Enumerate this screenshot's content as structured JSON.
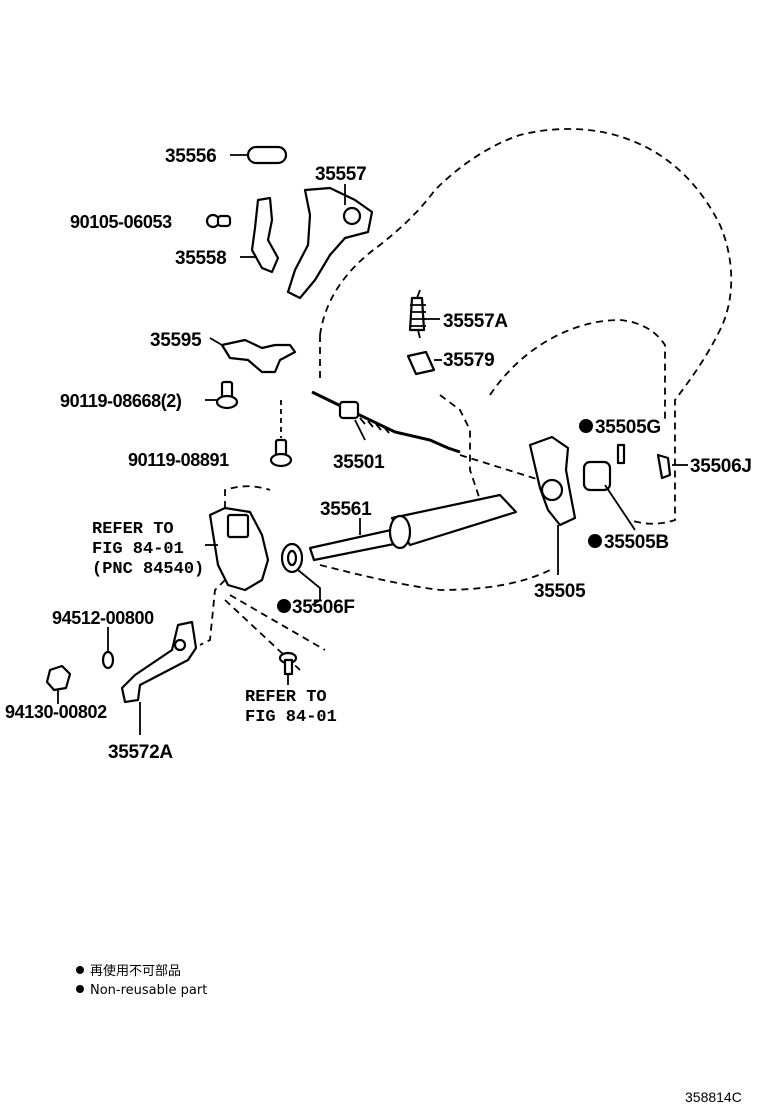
{
  "labels": {
    "p35556": "35556",
    "p35557": "35557",
    "p9010506053": "90105-06053",
    "p35558": "35558",
    "p35557A": "35557A",
    "p35579": "35579",
    "p35595": "35595",
    "p9011908668": "90119-08668(2)",
    "p9011908891": "90119-08891",
    "p35501": "35501",
    "p35505G": "35505G",
    "p35506J": "35506J",
    "p35561": "35561",
    "p35505B": "35505B",
    "p35505": "35505",
    "p35506F": "35506F",
    "p9451200800": "94512-00800",
    "p9413000802": "94130-00802",
    "p35572A": "35572A"
  },
  "refer1": {
    "line1": "REFER TO",
    "line2": "FIG 84-01",
    "line3": "(PNC 84540)"
  },
  "refer2": {
    "line1": "REFER TO",
    "line2": "FIG 84-01"
  },
  "legend": {
    "jp": "再使用不可部品",
    "en": "Non-reusable part"
  },
  "diagram_code": "358814C"
}
